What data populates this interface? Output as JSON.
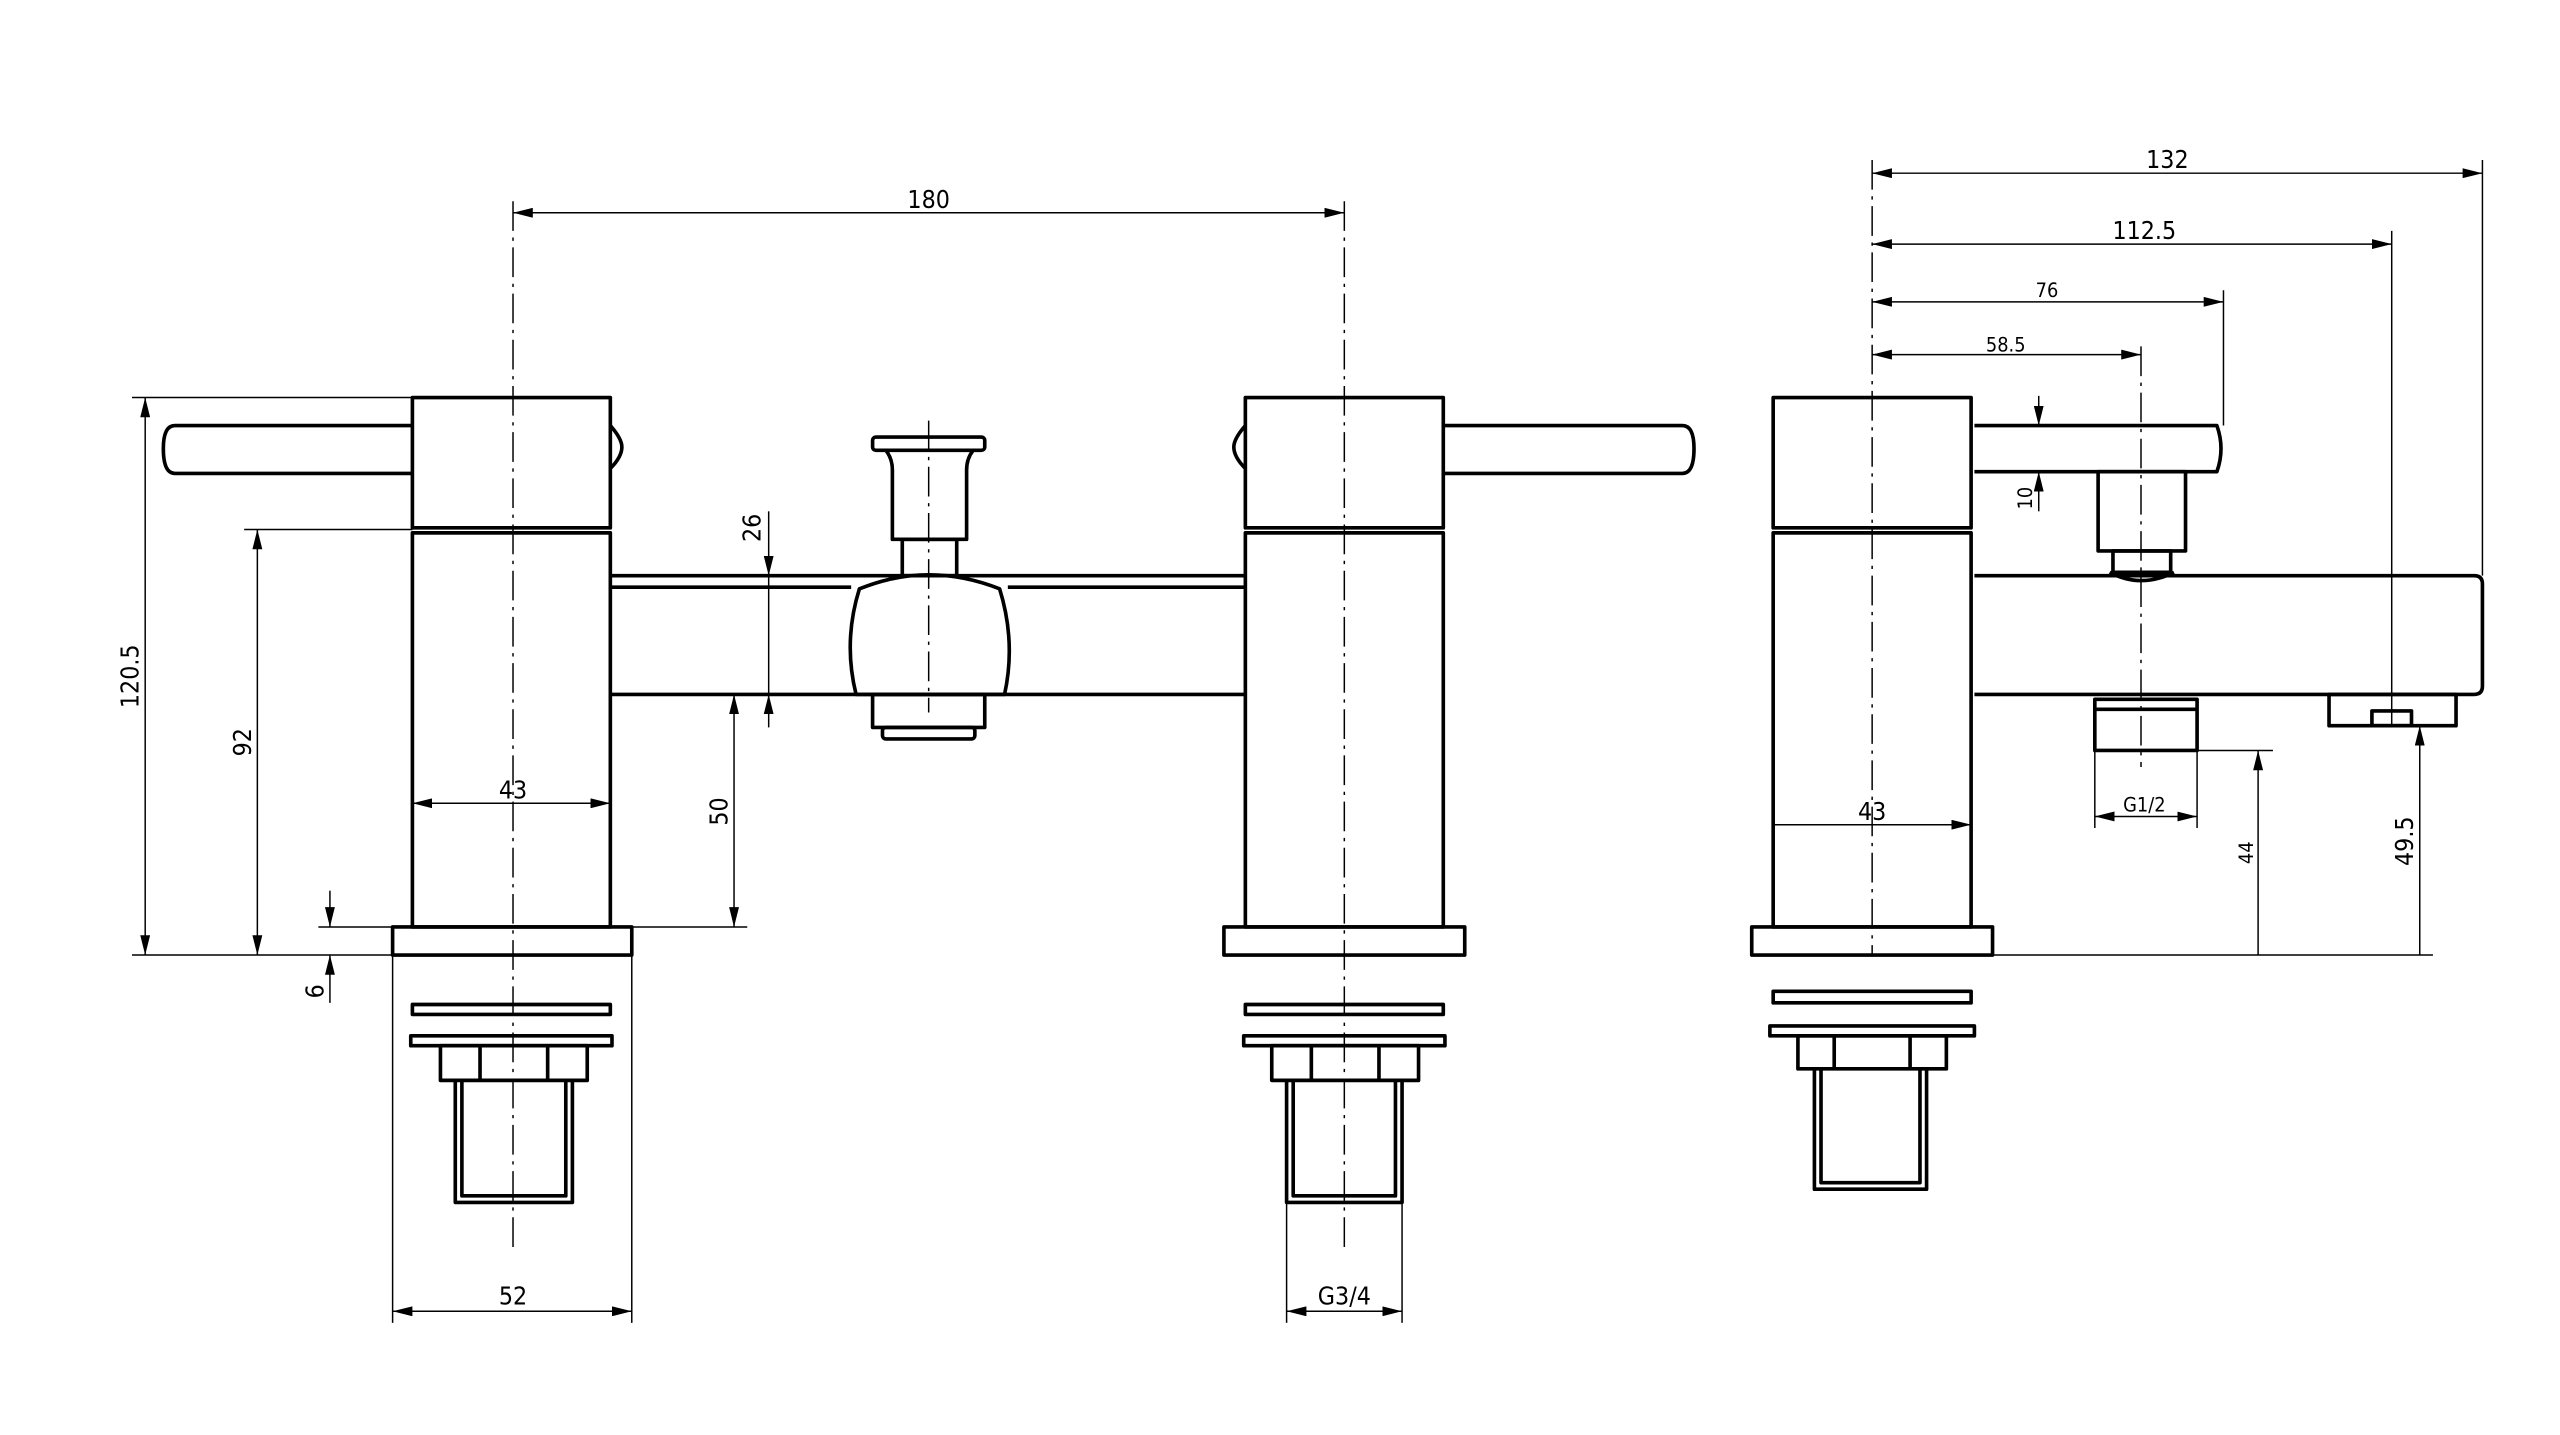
{
  "title": "Bath shower mixer technical drawing",
  "front_view": {
    "dimensions": {
      "centres": "180",
      "overall_height": "120.5",
      "body_height": "92",
      "base_plate": "6",
      "body_width": "43",
      "bridge_height": "26",
      "bridge_clearance": "50",
      "base_width": "52",
      "inlet_thread": "G3/4"
    }
  },
  "side_view": {
    "dimensions": {
      "overall_depth": "132",
      "spout_reach": "112.5",
      "lever_length": "76",
      "diverter_offset": "58.5",
      "lever_thickness": "10",
      "body_width": "43",
      "shower_outlet_thread": "G1/2",
      "outlet_height": "44",
      "spout_height": "49.5"
    }
  },
  "colors": {
    "line": "#000000",
    "background": "#ffffff"
  }
}
